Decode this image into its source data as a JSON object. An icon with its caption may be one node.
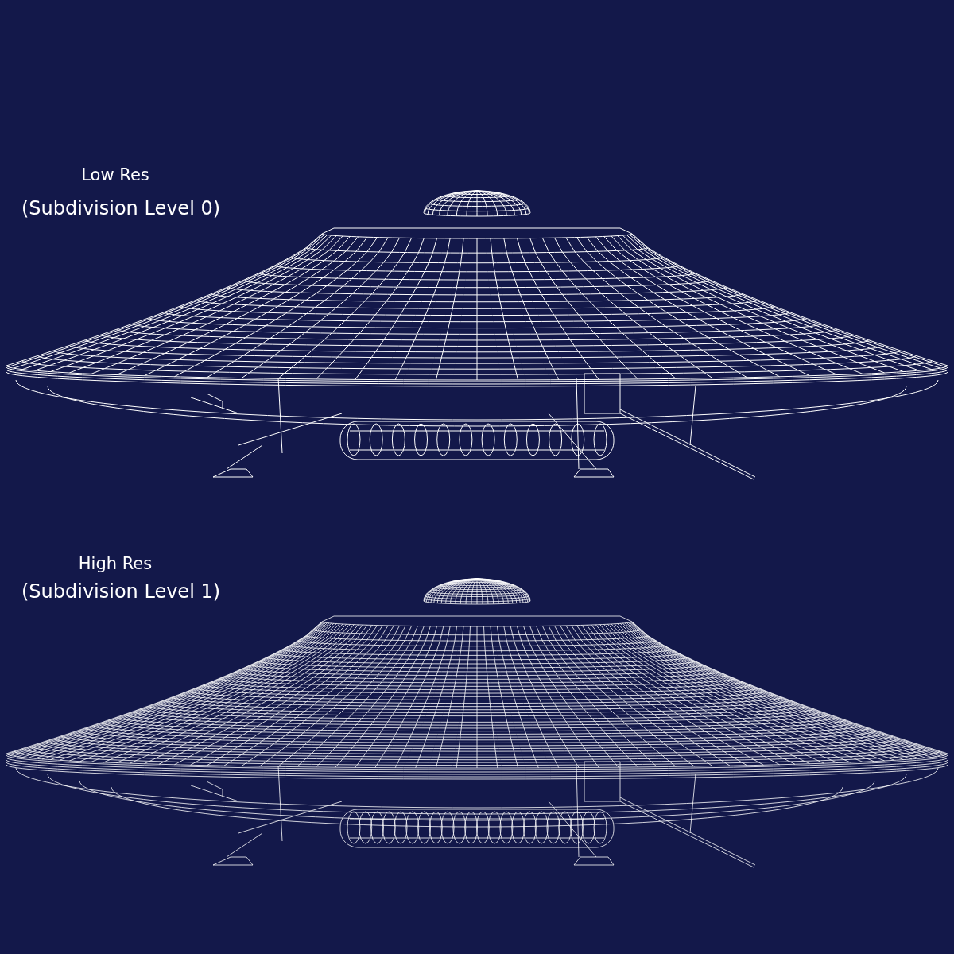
{
  "diagram": {
    "labels": [
      "Low Res",
      "(Subdivision Level 0)",
      "High Res",
      "(Subdivision Level 1)"
    ]
  }
}
